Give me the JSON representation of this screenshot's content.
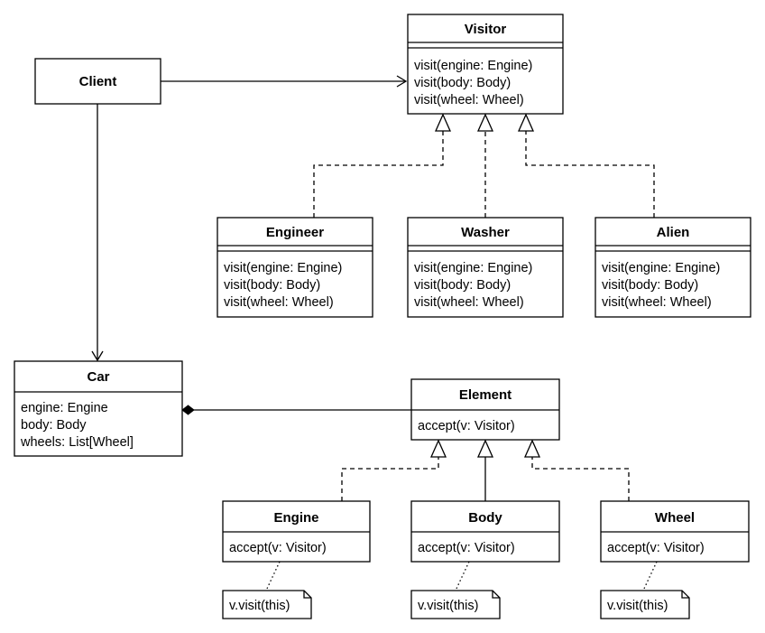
{
  "diagram": {
    "classes": {
      "client": {
        "name": "Client",
        "fields": [],
        "methods": []
      },
      "visitor": {
        "name": "Visitor",
        "fields": [],
        "methods": [
          "visit(engine: Engine)",
          "visit(body: Body)",
          "visit(wheel: Wheel)"
        ]
      },
      "engineer": {
        "name": "Engineer",
        "fields": [],
        "methods": [
          "visit(engine: Engine)",
          "visit(body: Body)",
          "visit(wheel: Wheel)"
        ]
      },
      "washer": {
        "name": "Washer",
        "fields": [],
        "methods": [
          "visit(engine: Engine)",
          "visit(body: Body)",
          "visit(wheel: Wheel)"
        ]
      },
      "alien": {
        "name": "Alien",
        "fields": [],
        "methods": [
          "visit(engine: Engine)",
          "visit(body: Body)",
          "visit(wheel: Wheel)"
        ]
      },
      "car": {
        "name": "Car",
        "fields": [
          "engine: Engine",
          "body: Body",
          "wheels: List[Wheel]"
        ],
        "methods": []
      },
      "element": {
        "name": "Element",
        "fields": [],
        "methods": [
          "accept(v: Visitor)"
        ]
      },
      "engine": {
        "name": "Engine",
        "fields": [],
        "methods": [
          "accept(v: Visitor)"
        ]
      },
      "body": {
        "name": "Body",
        "fields": [],
        "methods": [
          "accept(v: Visitor)"
        ]
      },
      "wheel": {
        "name": "Wheel",
        "fields": [],
        "methods": [
          "accept(v: Visitor)"
        ]
      }
    },
    "notes": {
      "engine_note": "v.visit(this)",
      "body_note": "v.visit(this)",
      "wheel_note": "v.visit(this)"
    },
    "relations": [
      {
        "from": "Client",
        "to": "Visitor",
        "type": "association"
      },
      {
        "from": "Client",
        "to": "Car",
        "type": "association"
      },
      {
        "from": "Engineer",
        "to": "Visitor",
        "type": "realization"
      },
      {
        "from": "Washer",
        "to": "Visitor",
        "type": "realization"
      },
      {
        "from": "Alien",
        "to": "Visitor",
        "type": "realization"
      },
      {
        "from": "Element",
        "to": "Car",
        "type": "composition"
      },
      {
        "from": "Engine",
        "to": "Element",
        "type": "realization"
      },
      {
        "from": "Body",
        "to": "Element",
        "type": "realization"
      },
      {
        "from": "Wheel",
        "to": "Element",
        "type": "realization"
      }
    ]
  }
}
